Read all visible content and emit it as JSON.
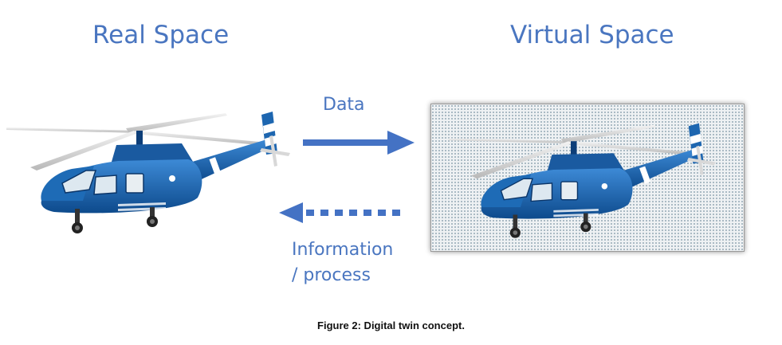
{
  "diagram": {
    "real_space_title": "Real Space",
    "virtual_space_title": "Virtual Space",
    "data_flow_label": "Data",
    "info_flow_label_line1": "Information",
    "info_flow_label_line2": "/ process",
    "caption": "Figure 2: Digital twin concept.",
    "colors": {
      "accent_text": "#4a76c0",
      "arrow": "#4472c4",
      "helicopter_body": "#1f68b0"
    },
    "icons": {
      "real_object": "helicopter-icon",
      "virtual_object": "helicopter-icon",
      "data_arrow": "arrow-right-solid",
      "info_arrow": "arrow-left-dashed"
    }
  }
}
